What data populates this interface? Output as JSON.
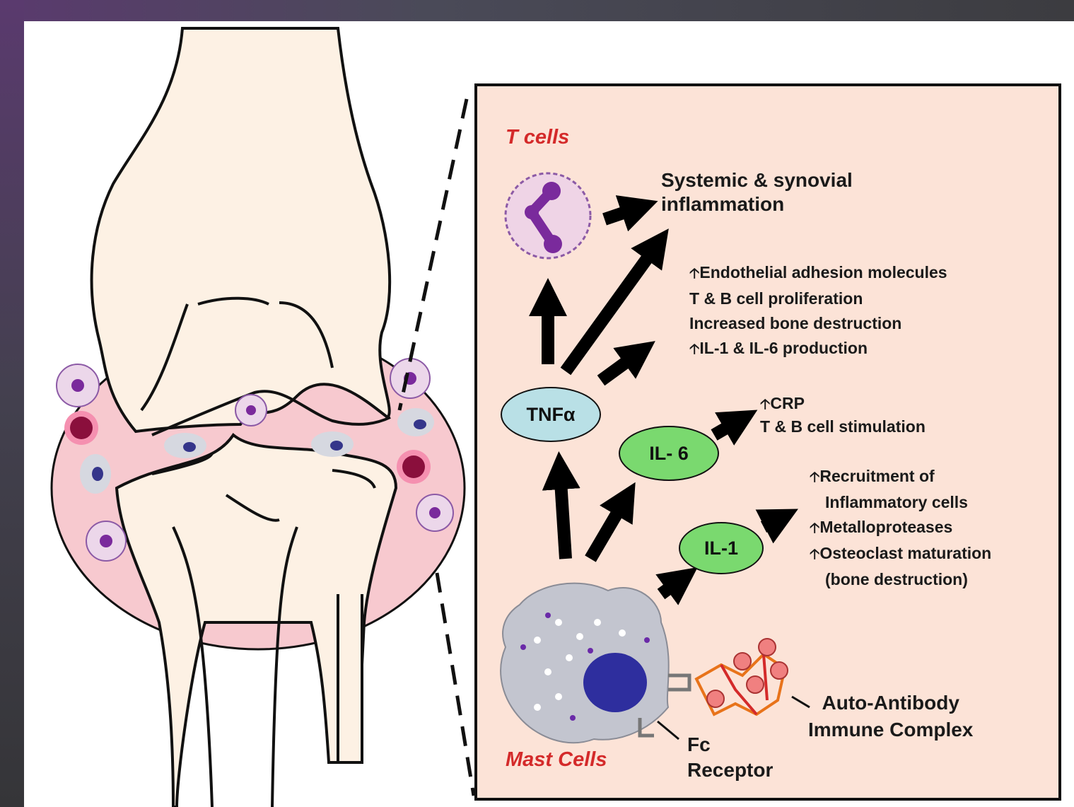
{
  "cells": {
    "t_cells": "T cells",
    "mast_cells": "Mast Cells"
  },
  "nodes": {
    "tnf": "TNFα",
    "il6": "IL- 6",
    "il1": "IL-1"
  },
  "effects": {
    "systemic": [
      "Systemic & synovial",
      "inflammation"
    ],
    "tnf_effects": [
      "Endothelial adhesion molecules",
      "T & B cell proliferation",
      "Increased bone destruction",
      "IL-1 & IL-6 production"
    ],
    "il6_effects": [
      "CRP",
      "T & B cell stimulation"
    ],
    "il1_effects": [
      "Recruitment of",
      "Inflammatory cells",
      "Metalloproteases",
      "Osteoclast maturation",
      "(bone destruction)"
    ]
  },
  "labels": {
    "fc_receptor": [
      "Fc",
      "Receptor"
    ],
    "immune_complex": [
      "Auto-Antibody",
      "Immune Complex"
    ]
  },
  "colors": {
    "panel": "#fce3d7",
    "synovium": "#f7c9cf",
    "bone": "#fdf1e4",
    "tnf_node": "#b9e0e6",
    "il_node": "#7ad96f",
    "cell_title": "#d42a2a"
  },
  "icons": {
    "up": "up-arrow-icon"
  }
}
